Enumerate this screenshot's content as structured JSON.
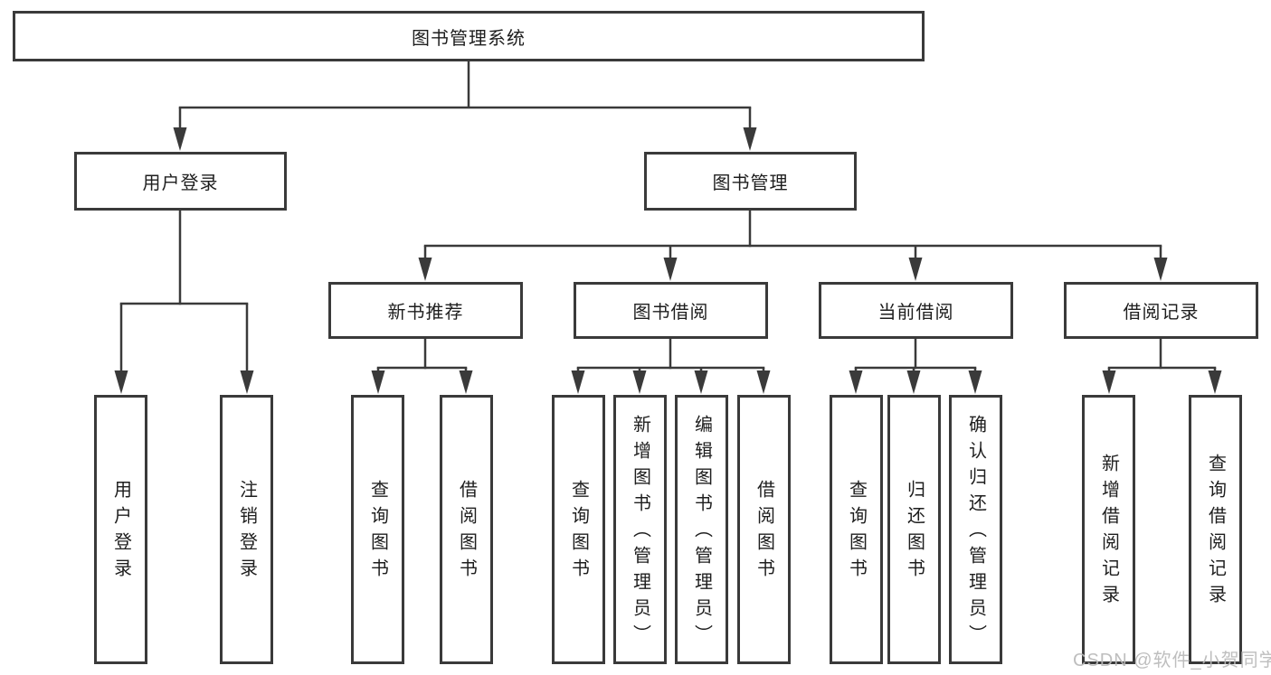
{
  "nodes": {
    "root": {
      "label": "图书管理系统"
    },
    "level2": [
      {
        "label": "用户登录"
      },
      {
        "label": "图书管理"
      }
    ],
    "level3": [
      {
        "label": "新书推荐"
      },
      {
        "label": "图书借阅"
      },
      {
        "label": "当前借阅"
      },
      {
        "label": "借阅记录"
      }
    ],
    "leaves": [
      {
        "label": "用户登录",
        "parent": "用户登录"
      },
      {
        "label": "注销登录",
        "parent": "用户登录"
      },
      {
        "label": "查询图书",
        "parent": "新书推荐"
      },
      {
        "label": "借阅图书",
        "parent": "新书推荐"
      },
      {
        "label": "查询图书",
        "parent": "图书借阅"
      },
      {
        "label": "新增图书（管理员）",
        "parent": "图书借阅"
      },
      {
        "label": "编辑图书（管理员）",
        "parent": "图书借阅"
      },
      {
        "label": "借阅图书",
        "parent": "图书借阅"
      },
      {
        "label": "查询图书",
        "parent": "当前借阅"
      },
      {
        "label": "归还图书",
        "parent": "当前借阅"
      },
      {
        "label": "确认归还（管理员）",
        "parent": "当前借阅"
      },
      {
        "label": "新增借阅记录",
        "parent": "借阅记录"
      },
      {
        "label": "查询借阅记录",
        "parent": "借阅记录"
      }
    ]
  },
  "watermark": {
    "text": "CSDN @软件_小贺同学"
  },
  "colors": {
    "line": "#3a3a3a",
    "text": "#1e1e1e",
    "background": "#ffffff",
    "watermark": "#b9b9b9"
  }
}
